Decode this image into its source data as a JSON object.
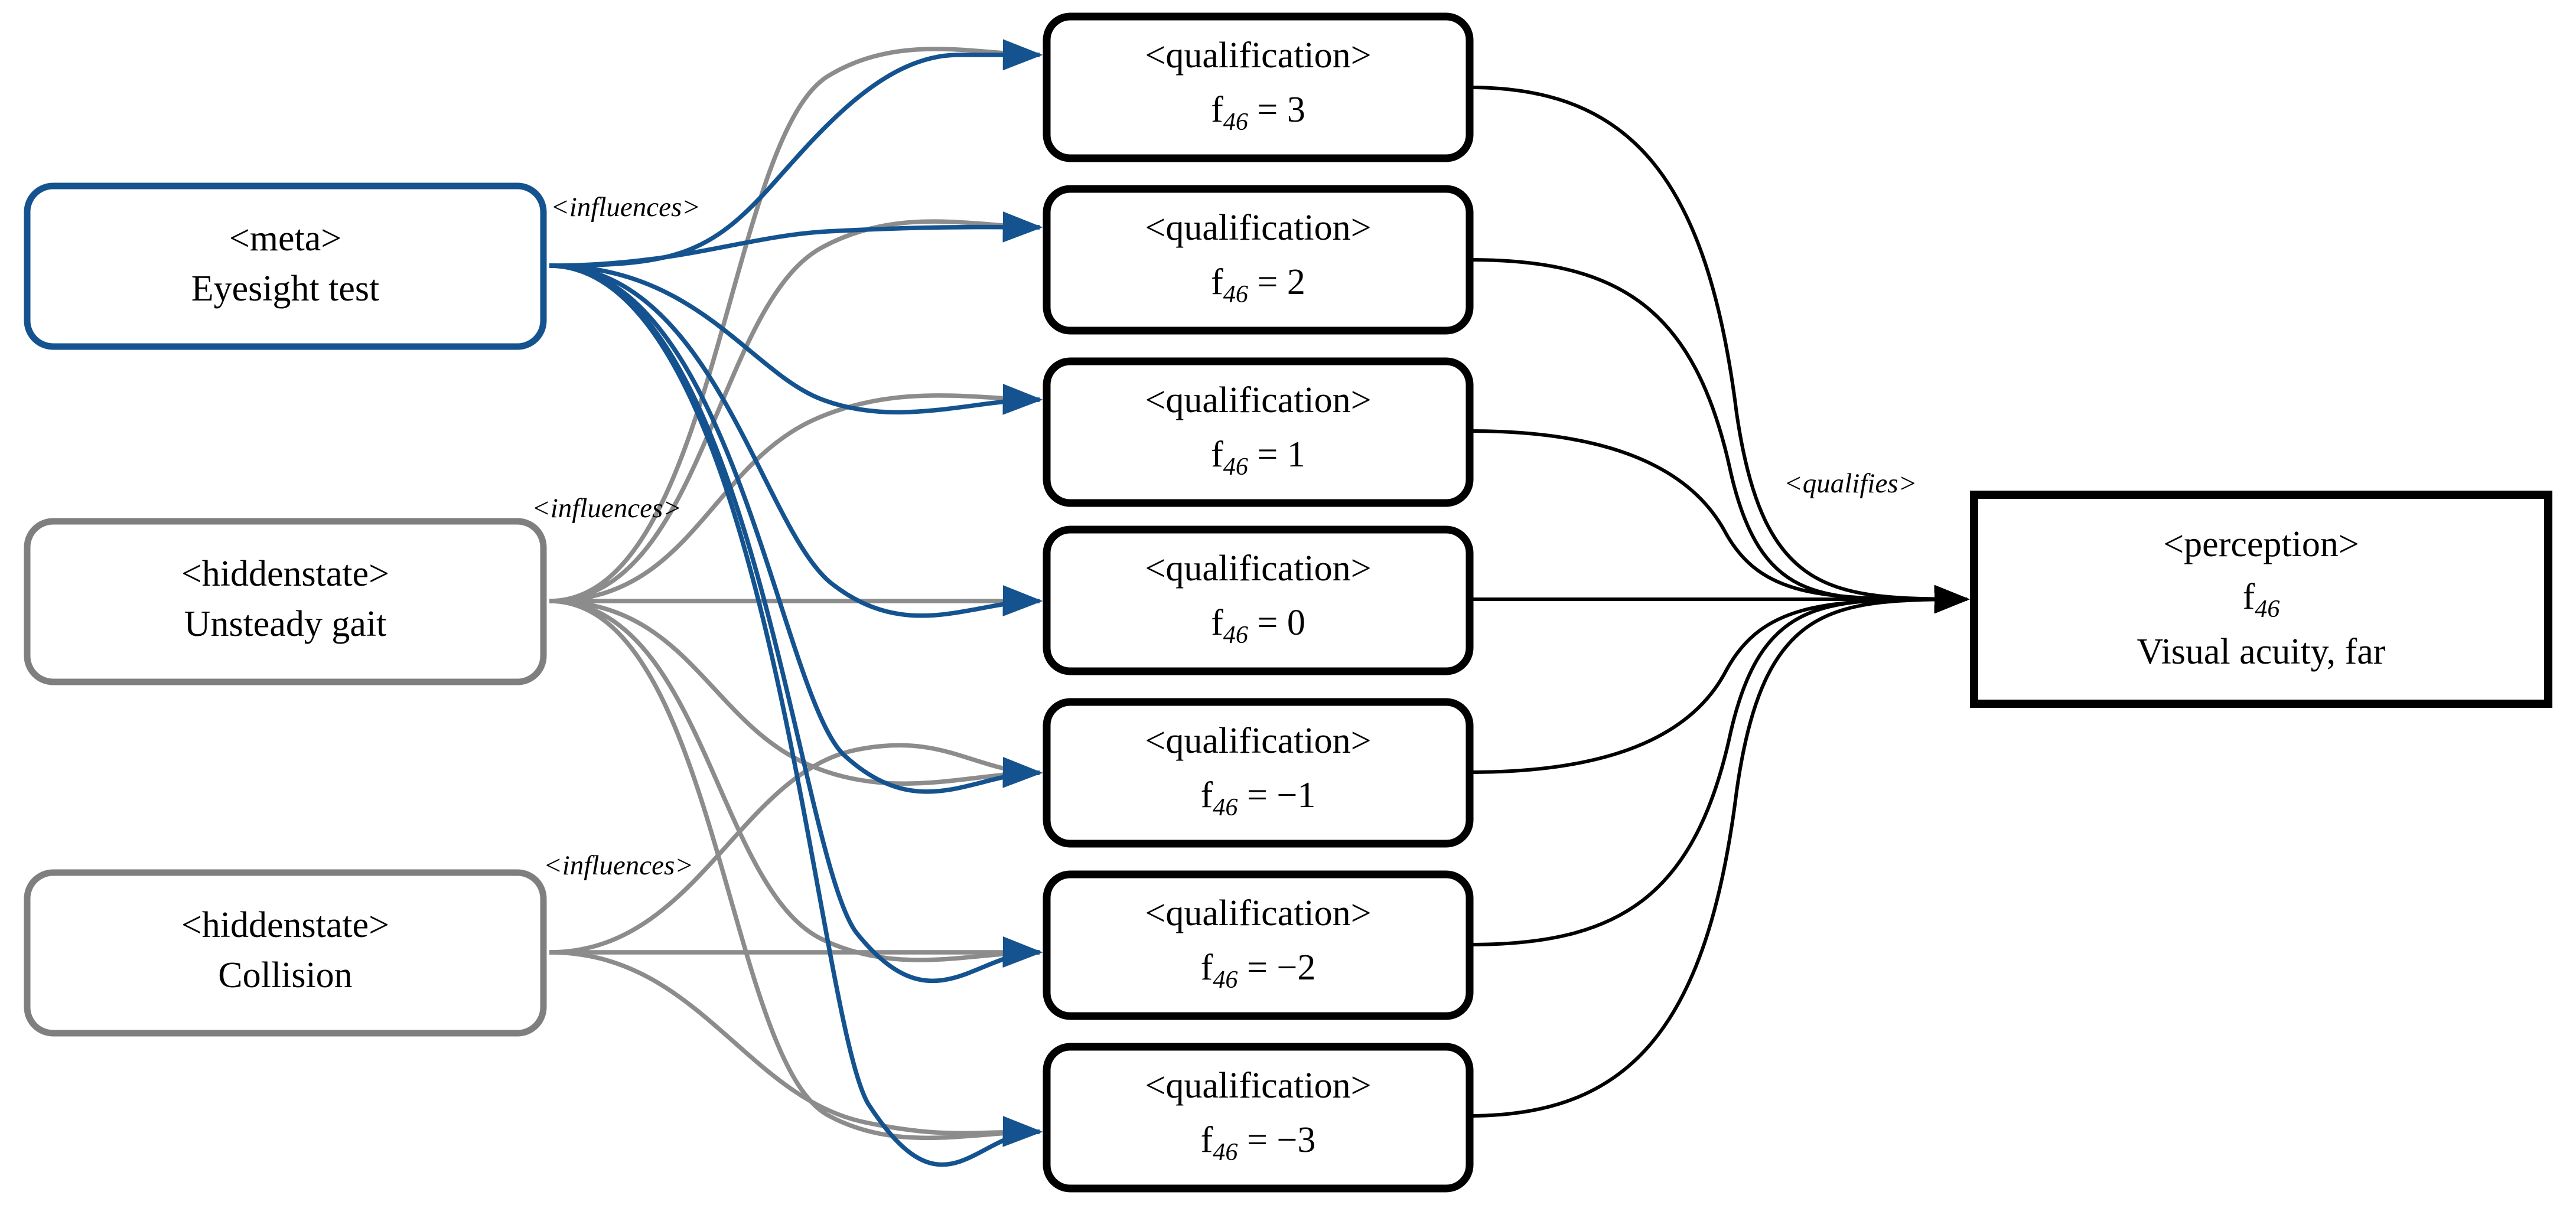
{
  "diagram": {
    "title_visible": false,
    "colors": {
      "meta_border": "#14538F",
      "hiddenstate_border": "#7F7F7F",
      "qualification_border": "#000000",
      "perception_border": "#000000",
      "meta_edge": "#14538F",
      "hiddenstate_edge": "#8C8C8C",
      "qualifies_edge": "#000000",
      "canvas": "#FFFFFF"
    },
    "sources": [
      {
        "id": "meta-eyesight-test",
        "type_tag": "<meta>",
        "label": "Eyesight test",
        "style": "blue-rounded",
        "edge_label": "<influences>",
        "targets": [
          0,
          1,
          2,
          3,
          4,
          5,
          6
        ]
      },
      {
        "id": "hiddenstate-unsteady-gait",
        "type_tag": "<hiddenstate>",
        "label": "Unsteady gait",
        "style": "gray-rounded",
        "edge_label": "<influences>",
        "targets": [
          0,
          1,
          2,
          3,
          4,
          5,
          6
        ]
      },
      {
        "id": "hiddenstate-collision",
        "type_tag": "<hiddenstate>",
        "label": "Collision",
        "style": "gray-rounded",
        "edge_label": "<influences>",
        "targets": [
          4,
          5,
          6
        ]
      }
    ],
    "qualifications": [
      {
        "id": "qual-3",
        "type_tag": "<qualification>",
        "symbol": "f",
        "subscript": "46",
        "relation": "=",
        "value": "3"
      },
      {
        "id": "qual-2",
        "type_tag": "<qualification>",
        "symbol": "f",
        "subscript": "46",
        "relation": "=",
        "value": "2"
      },
      {
        "id": "qual-1",
        "type_tag": "<qualification>",
        "symbol": "f",
        "subscript": "46",
        "relation": "=",
        "value": "1"
      },
      {
        "id": "qual-0",
        "type_tag": "<qualification>",
        "symbol": "f",
        "subscript": "46",
        "relation": "=",
        "value": "0"
      },
      {
        "id": "qual-m1",
        "type_tag": "<qualification>",
        "symbol": "f",
        "subscript": "46",
        "relation": "=",
        "value": "−1"
      },
      {
        "id": "qual-m2",
        "type_tag": "<qualification>",
        "symbol": "f",
        "subscript": "46",
        "relation": "=",
        "value": "−2"
      },
      {
        "id": "qual-m3",
        "type_tag": "<qualification>",
        "symbol": "f",
        "subscript": "46",
        "relation": "=",
        "value": "−3"
      }
    ],
    "sink": {
      "id": "perception-f46",
      "type_tag": "<perception>",
      "symbol": "f",
      "subscript": "46",
      "label": "Visual acuity, far",
      "style": "black-sharp",
      "edge_label": "<qualifies>"
    },
    "edge_labels": {
      "influences": "<influences>",
      "qualifies": "<qualifies>"
    }
  }
}
